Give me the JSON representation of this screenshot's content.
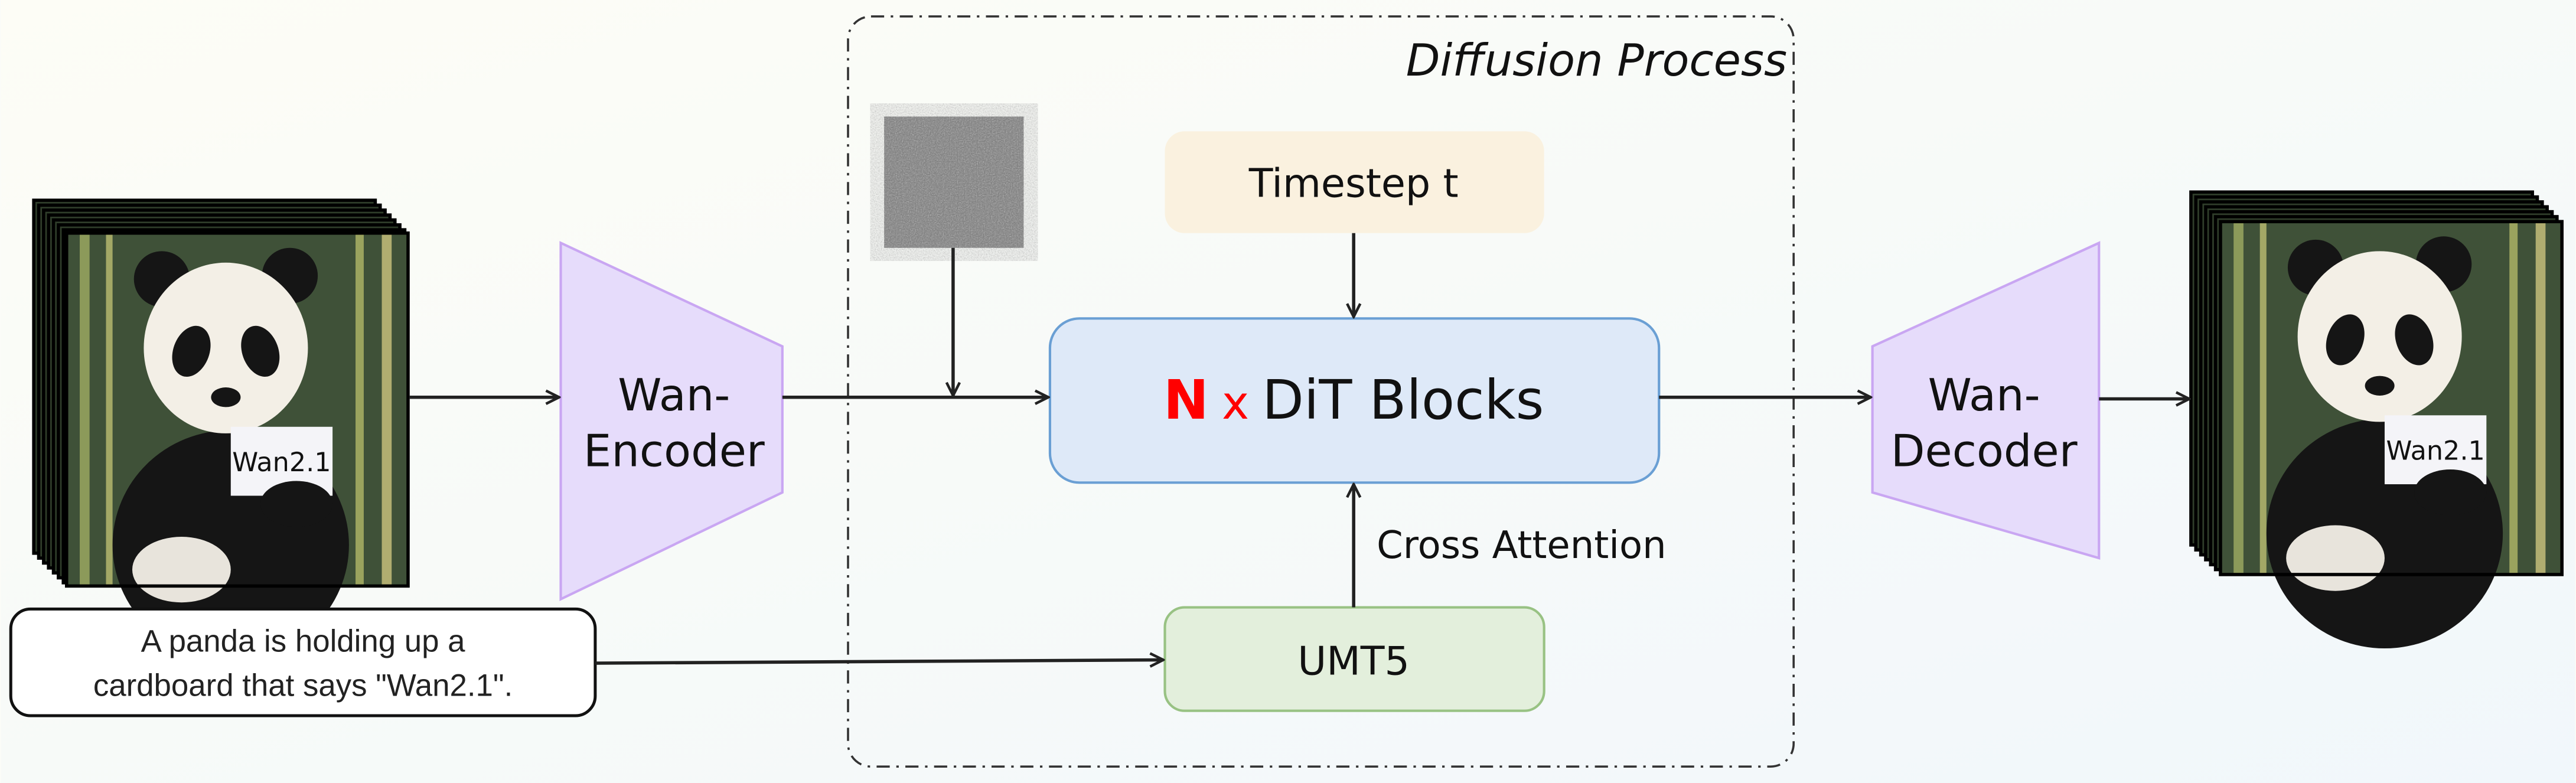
{
  "diagram": {
    "diffusion_label": "Diffusion Process",
    "timestep_label": "Timestep t",
    "dit_multiplier": "N",
    "dit_times": "x",
    "dit_label": "DiT Blocks",
    "cross_attention_label": "Cross Attention",
    "text_encoder_label": "UMT5",
    "encoder_label_line1": "Wan-",
    "encoder_label_line2": "Encoder",
    "decoder_label_line1": "Wan-",
    "decoder_label_line2": "Decoder",
    "prompt_line1": "A panda is holding up a",
    "prompt_line2": "cardboard that says \"Wan2.1\".",
    "sign_text": "Wan2.1",
    "colors": {
      "timestep_fill": "#faf1df",
      "dit_fill": "#dee9f8",
      "dit_stroke": "#6a9fd4",
      "umt5_fill": "#e3efdc",
      "umt5_stroke": "#98c283",
      "codec_fill": "#e6dcfb",
      "codec_stroke": "#c9a6f2",
      "multiplier_color": "#ff0000"
    },
    "icons": [
      "noise-image",
      "input-video-frames",
      "output-video-frames"
    ]
  }
}
